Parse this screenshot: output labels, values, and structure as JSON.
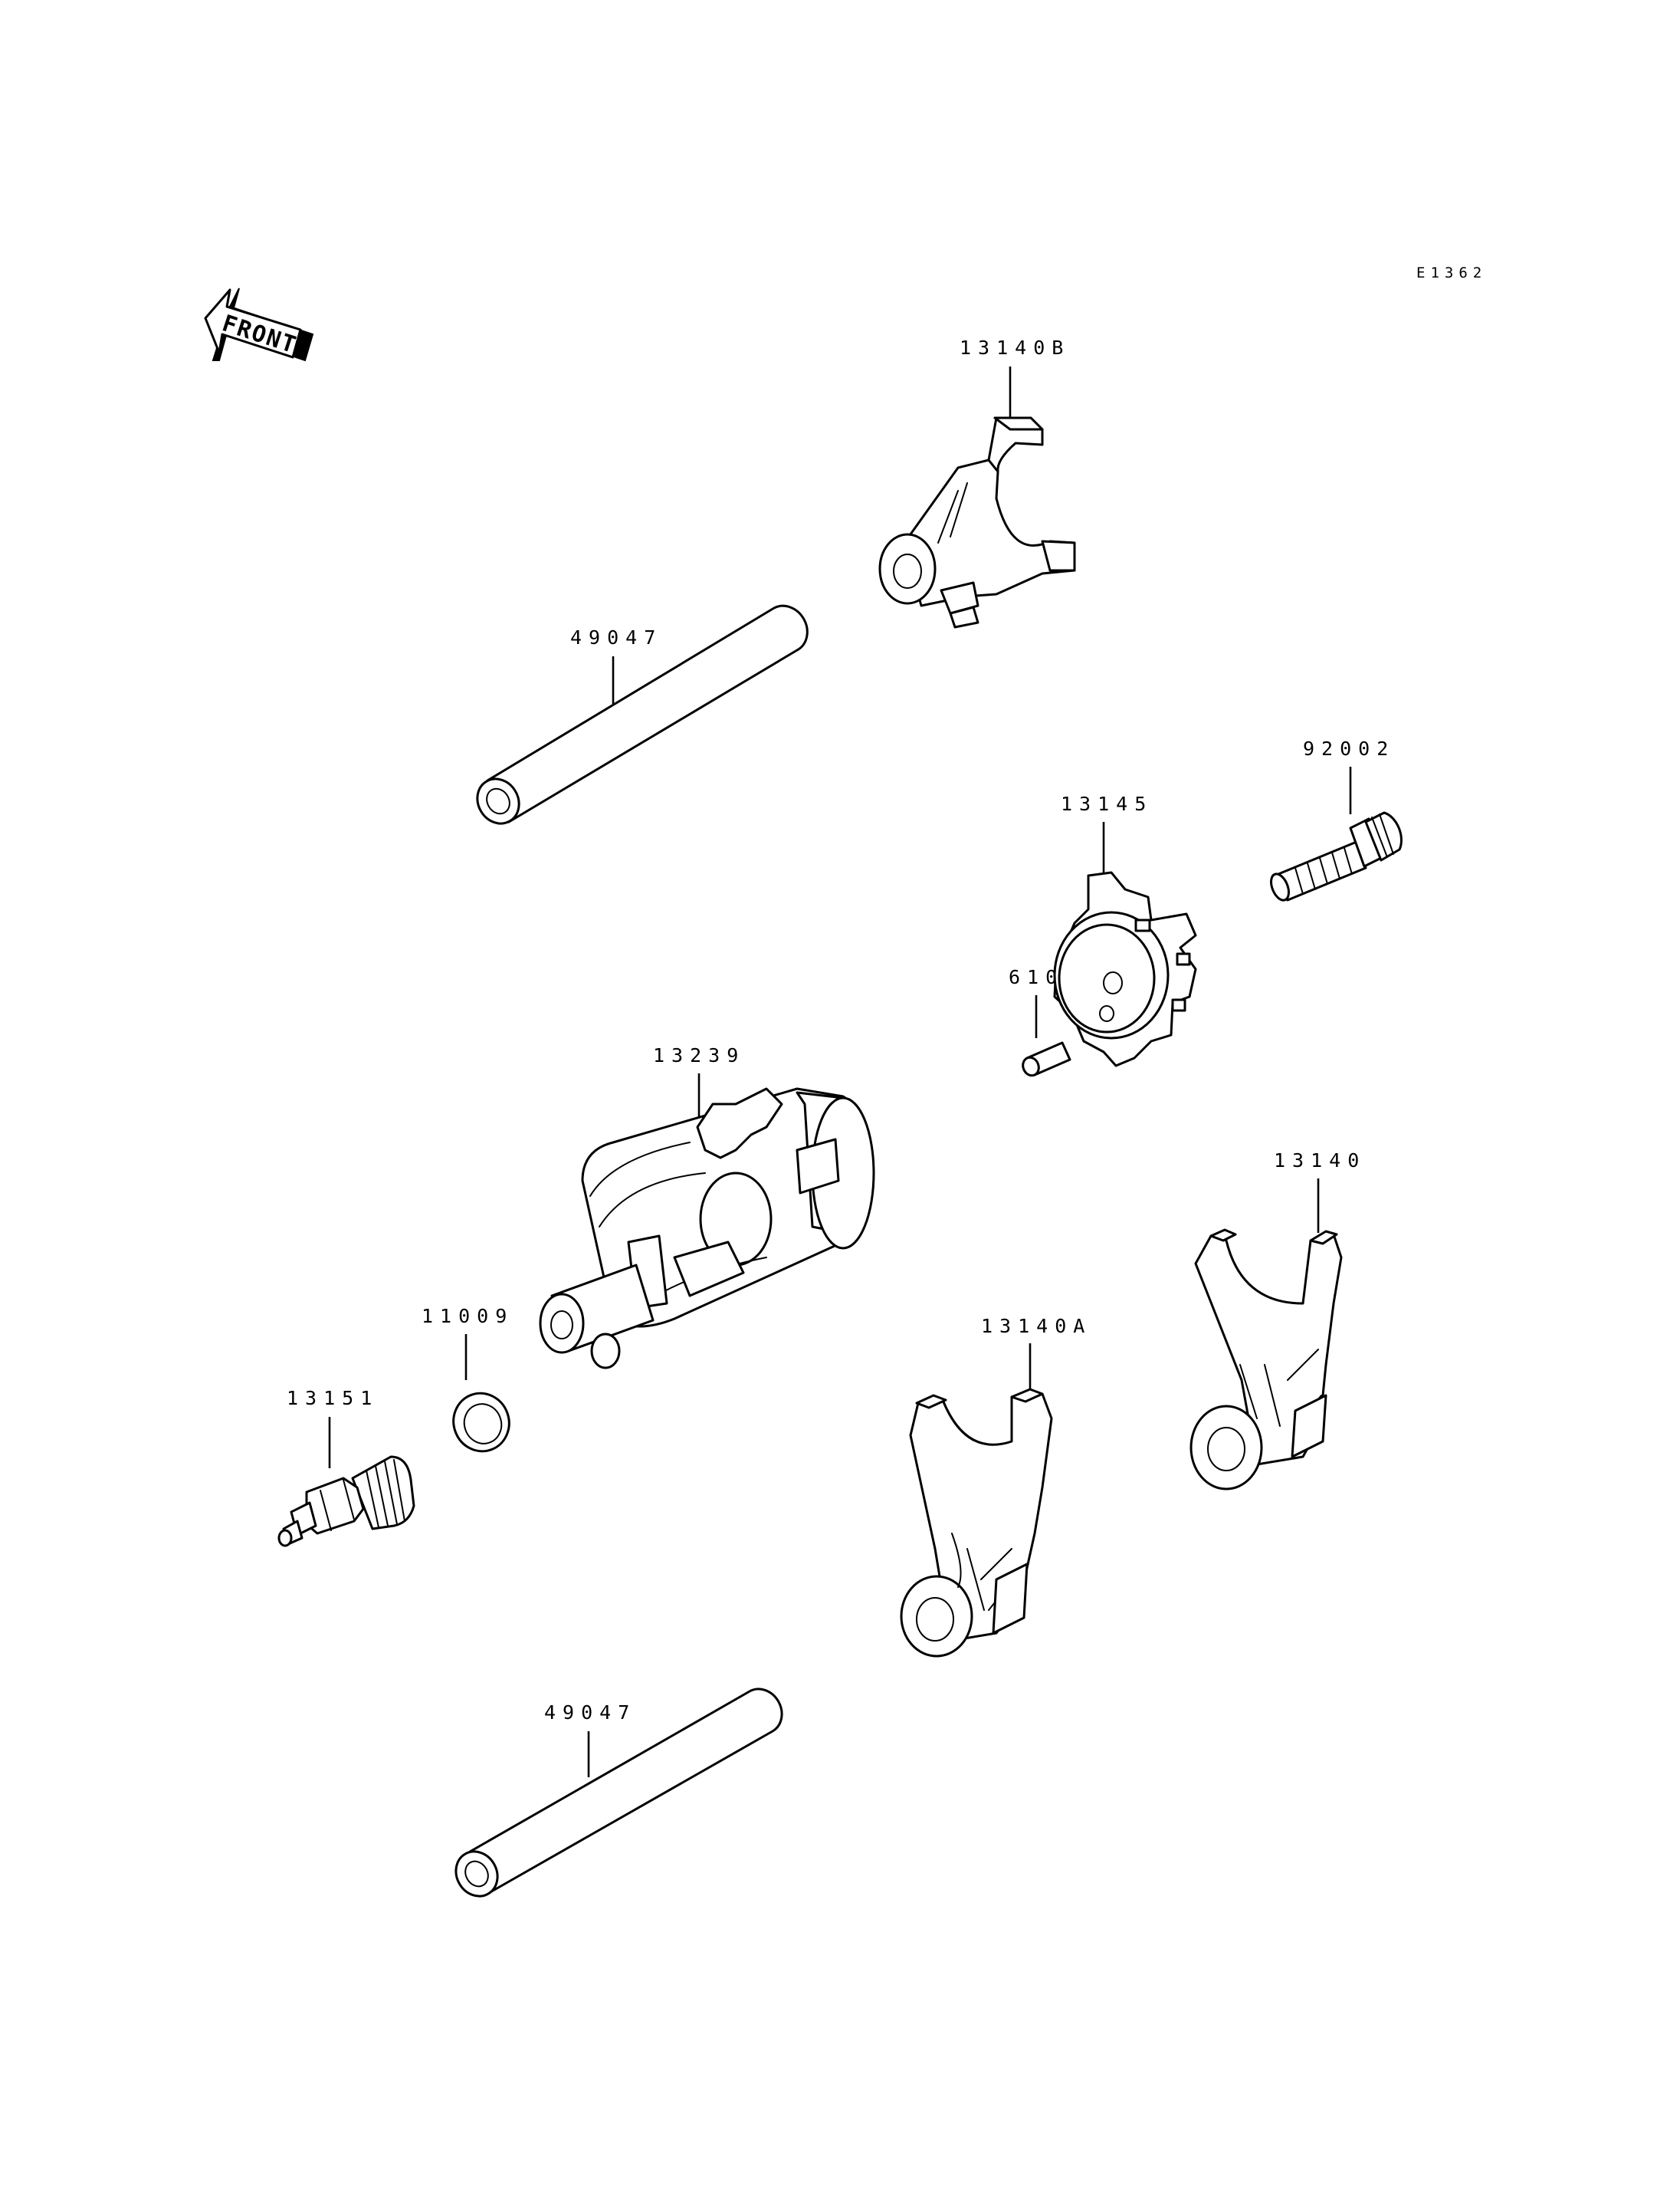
{
  "diagram": {
    "reference_code": "E1362",
    "front_label": "FRONT",
    "callouts": [
      {
        "id": "shift-fork-13140b",
        "label": "13140B"
      },
      {
        "id": "shift-rod-upper",
        "label": "49047"
      },
      {
        "id": "bolt-92002",
        "label": "92002"
      },
      {
        "id": "plate-13145",
        "label": "13145"
      },
      {
        "id": "pin-610",
        "label": "610"
      },
      {
        "id": "shift-drum-13239",
        "label": "13239"
      },
      {
        "id": "shift-fork-13140",
        "label": "13140"
      },
      {
        "id": "washer-11009",
        "label": "11009"
      },
      {
        "id": "shift-fork-13140a",
        "label": "13140A"
      },
      {
        "id": "switch-13151",
        "label": "13151"
      },
      {
        "id": "shift-rod-lower",
        "label": "49047"
      }
    ]
  }
}
